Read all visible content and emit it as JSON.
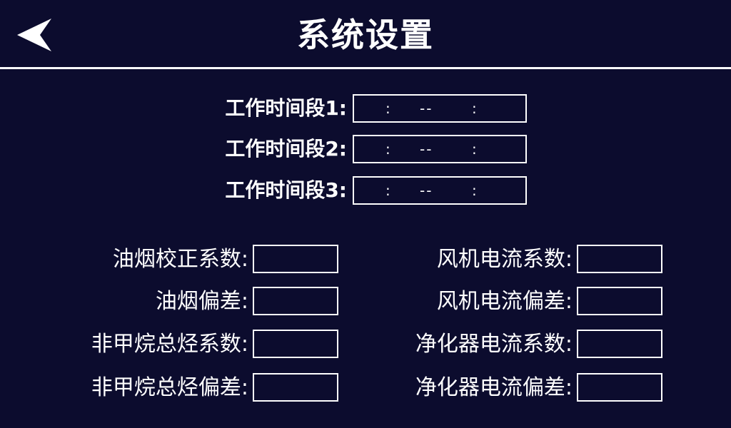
{
  "header": {
    "title": "系统设置",
    "back_icon": "back-arrow-icon"
  },
  "work_periods": [
    {
      "label": "工作时间段1:",
      "sep1": ":",
      "dash": "--",
      "sep2": ":"
    },
    {
      "label": "工作时间段2:",
      "sep1": ":",
      "dash": "--",
      "sep2": ":"
    },
    {
      "label": "工作时间段3:",
      "sep1": ":",
      "dash": "--",
      "sep2": ":"
    }
  ],
  "left_params": [
    {
      "label": "油烟校正系数:",
      "value": ""
    },
    {
      "label": "油烟偏差:",
      "value": ""
    },
    {
      "label": "非甲烷总烃系数:",
      "value": ""
    },
    {
      "label": "非甲烷总烃偏差:",
      "value": ""
    }
  ],
  "right_params": [
    {
      "label": "风机电流系数:",
      "value": ""
    },
    {
      "label": "风机电流偏差:",
      "value": ""
    },
    {
      "label": "净化器电流系数:",
      "value": ""
    },
    {
      "label": "净化器电流偏差:",
      "value": ""
    }
  ],
  "colors": {
    "background": "#0c0c2e",
    "foreground": "#ffffff"
  }
}
